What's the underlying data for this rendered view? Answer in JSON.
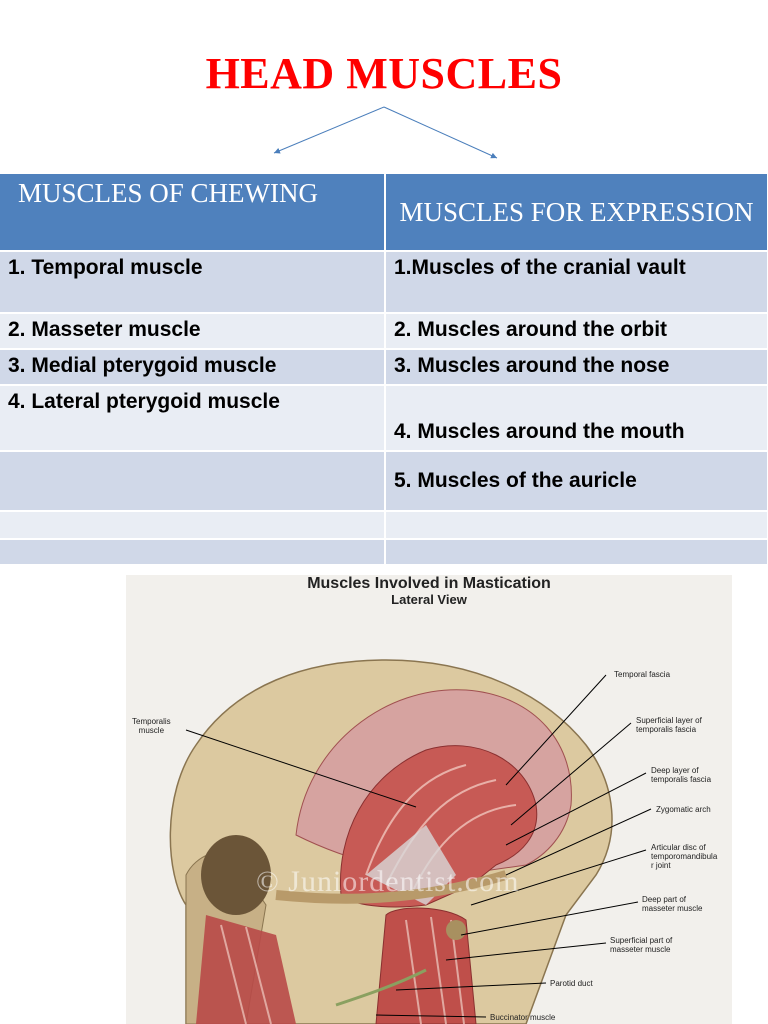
{
  "slide": {
    "title": "HEAD MUSCLES"
  },
  "table": {
    "headers": [
      "MUSCLES OF CHEWING",
      "MUSCLES FOR EXPRESSION"
    ],
    "rows": [
      [
        "1. Temporal muscle",
        "1.Muscles of the cranial vault"
      ],
      [
        "2. Masseter muscle",
        "2. Muscles around the orbit"
      ],
      [
        "3. Medial pterygoid muscle",
        "3. Muscles around the nose"
      ],
      [
        "4. Lateral pterygoid muscle",
        "4. Muscles around the mouth"
      ],
      [
        "",
        "5. Muscles of the auricle"
      ],
      [
        "",
        ""
      ],
      [
        "",
        ""
      ]
    ]
  },
  "figure": {
    "title": "Muscles Involved in Mastication",
    "subtitle": "Lateral View",
    "watermark": "© Juniordentist.com",
    "labels": {
      "temporalis": "Temporalis\nmuscle",
      "temporal_fascia": "Temporal fascia",
      "superficial_layer": "Superficial layer of\ntemporalis fascia",
      "deep_layer": "Deep layer of\ntemporalis fascia",
      "zygomatic_arch": "Zygomatic arch",
      "articular_disc": "Articular disc of\ntemporomandibula\nr joint",
      "deep_masseter": "Deep part of\nmasseter muscle",
      "superficial_masseter": "Superficial part of\nmasseter muscle",
      "parotid_duct": "Parotid duct",
      "buccinator": "Buccinator muscle"
    }
  },
  "colors": {
    "title": "#ff0000",
    "header_bg": "#4f81bd",
    "row_odd": "#d0d8e8",
    "row_even": "#e9edf4",
    "arrow": "#4a7ebb"
  }
}
